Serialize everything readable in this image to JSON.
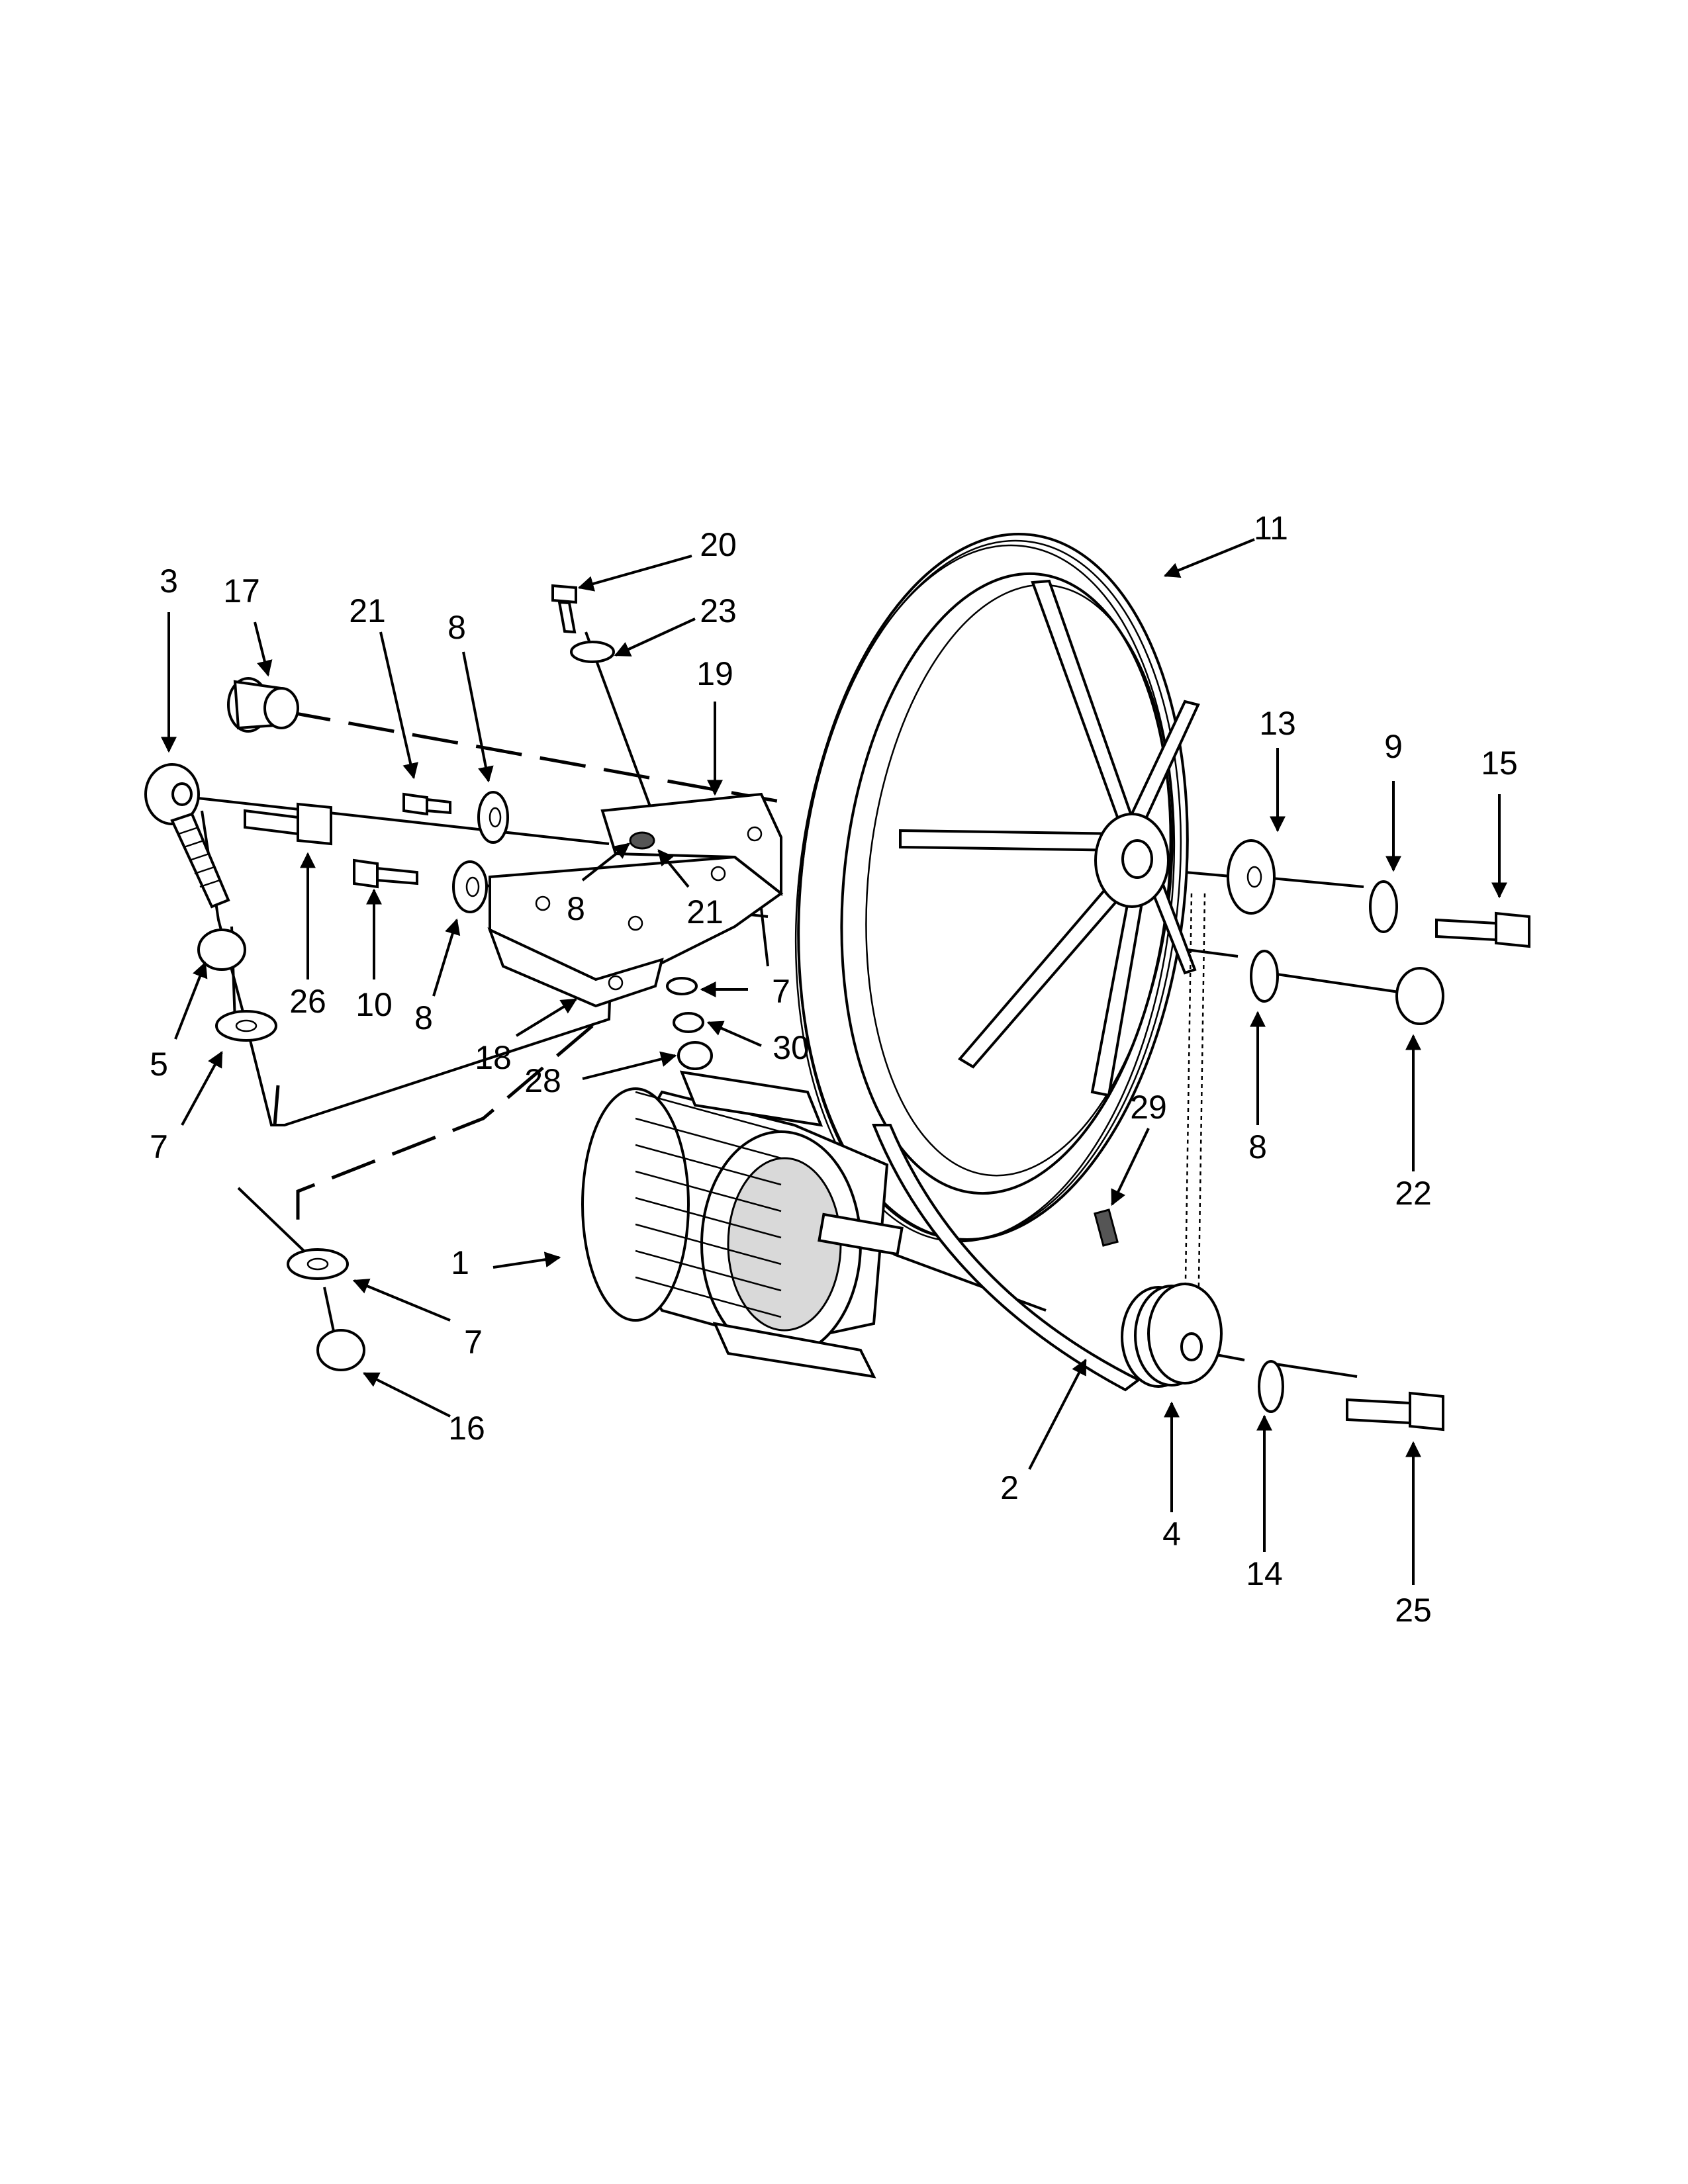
{
  "callouts": [
    {
      "name": "callout-1",
      "label": "1"
    },
    {
      "name": "callout-2",
      "label": "2"
    },
    {
      "name": "callout-3",
      "label": "3"
    },
    {
      "name": "callout-4",
      "label": "4"
    },
    {
      "name": "callout-5",
      "label": "5"
    },
    {
      "name": "callout-7-a",
      "label": "7"
    },
    {
      "name": "callout-7-b",
      "label": "7"
    },
    {
      "name": "callout-7-c",
      "label": "7"
    },
    {
      "name": "callout-8-a",
      "label": "8"
    },
    {
      "name": "callout-8-b",
      "label": "8"
    },
    {
      "name": "callout-8-c",
      "label": "8"
    },
    {
      "name": "callout-8-d",
      "label": "8"
    },
    {
      "name": "callout-9",
      "label": "9"
    },
    {
      "name": "callout-10",
      "label": "10"
    },
    {
      "name": "callout-11",
      "label": "11"
    },
    {
      "name": "callout-13",
      "label": "13"
    },
    {
      "name": "callout-14",
      "label": "14"
    },
    {
      "name": "callout-15",
      "label": "15"
    },
    {
      "name": "callout-16",
      "label": "16"
    },
    {
      "name": "callout-17",
      "label": "17"
    },
    {
      "name": "callout-18",
      "label": "18"
    },
    {
      "name": "callout-19",
      "label": "19"
    },
    {
      "name": "callout-20",
      "label": "20"
    },
    {
      "name": "callout-21-a",
      "label": "21"
    },
    {
      "name": "callout-21-b",
      "label": "21"
    },
    {
      "name": "callout-22",
      "label": "22"
    },
    {
      "name": "callout-23",
      "label": "23"
    },
    {
      "name": "callout-25",
      "label": "25"
    },
    {
      "name": "callout-26",
      "label": "26"
    },
    {
      "name": "callout-28",
      "label": "28"
    },
    {
      "name": "callout-29",
      "label": "29"
    },
    {
      "name": "callout-30",
      "label": "30"
    }
  ]
}
